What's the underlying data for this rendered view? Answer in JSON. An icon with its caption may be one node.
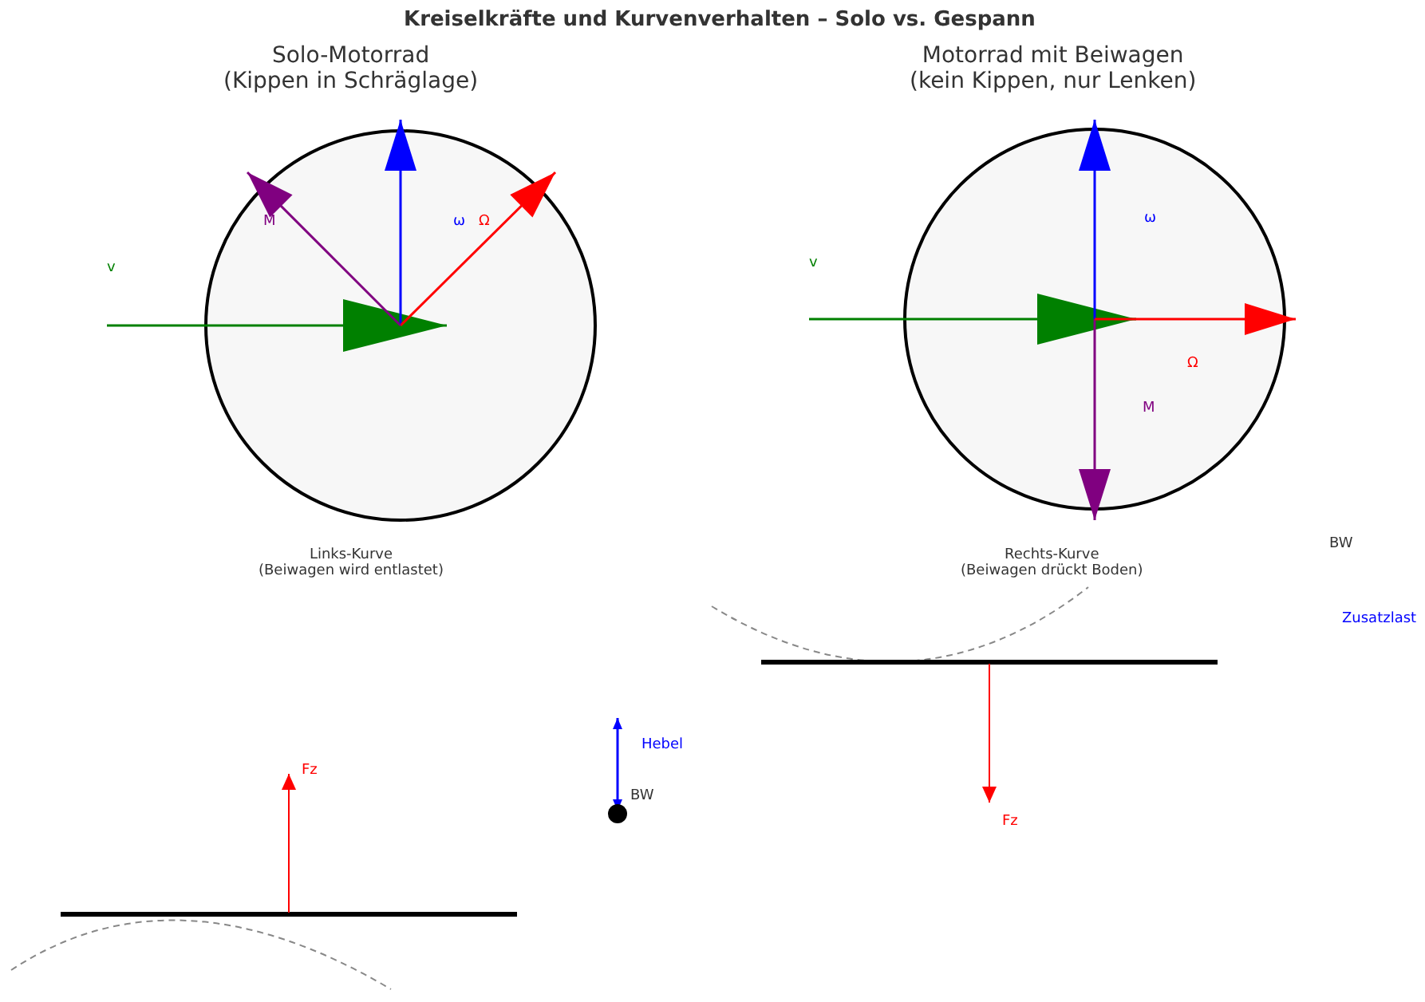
{
  "diagram": {
    "title": "Kreiselkräfte und Kurvenverhalten – Solo vs. Gespann",
    "labels": [
      "Solo-Motorrad (Kippen in Schräglage)",
      "Motorrad mit Beiwagen (kein Kippen, nur Lenken)",
      "M",
      "ω",
      "Ω",
      "v",
      "ω",
      "v",
      "Ω",
      "M",
      "Links-Kurve (Beiwagen wird entlastet)",
      "Rechts-Kurve (Beiwagen drückt Boden)",
      "BW",
      "Zusatzlast",
      "Hebel",
      "Fz",
      "BW",
      "Fz"
    ]
  }
}
